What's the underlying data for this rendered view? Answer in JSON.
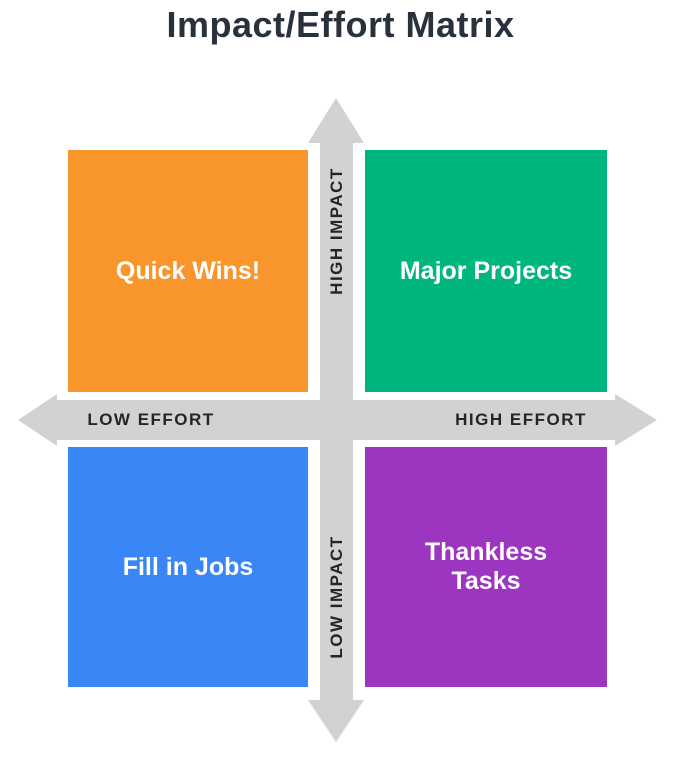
{
  "title": "Impact/Effort Matrix",
  "axes": {
    "vertical_top_label": "HIGH IMPACT",
    "vertical_bottom_label": "LOW IMPACT",
    "horizontal_left_label": "LOW EFFORT",
    "horizontal_right_label": "HIGH EFFORT"
  },
  "quadrants": [
    {
      "position": "top-left",
      "label": "Quick Wins!",
      "color": "#f8962b"
    },
    {
      "position": "top-right",
      "label": "Major Projects",
      "color": "#00b67f"
    },
    {
      "position": "bottom-left",
      "label": "Fill in Jobs",
      "color": "#3a86f7"
    },
    {
      "position": "bottom-right",
      "label": "Thankless Tasks",
      "color": "#9c35bf"
    }
  ],
  "icons": {
    "vertical_axis": "double-headed-arrow-vertical",
    "horizontal_axis": "double-headed-arrow-horizontal"
  },
  "colors": {
    "arrow": "#d2d2d2",
    "title_text": "#28313c",
    "axis_label_text": "#252525",
    "quadrant_text": "#ffffff",
    "background": "#ffffff"
  }
}
